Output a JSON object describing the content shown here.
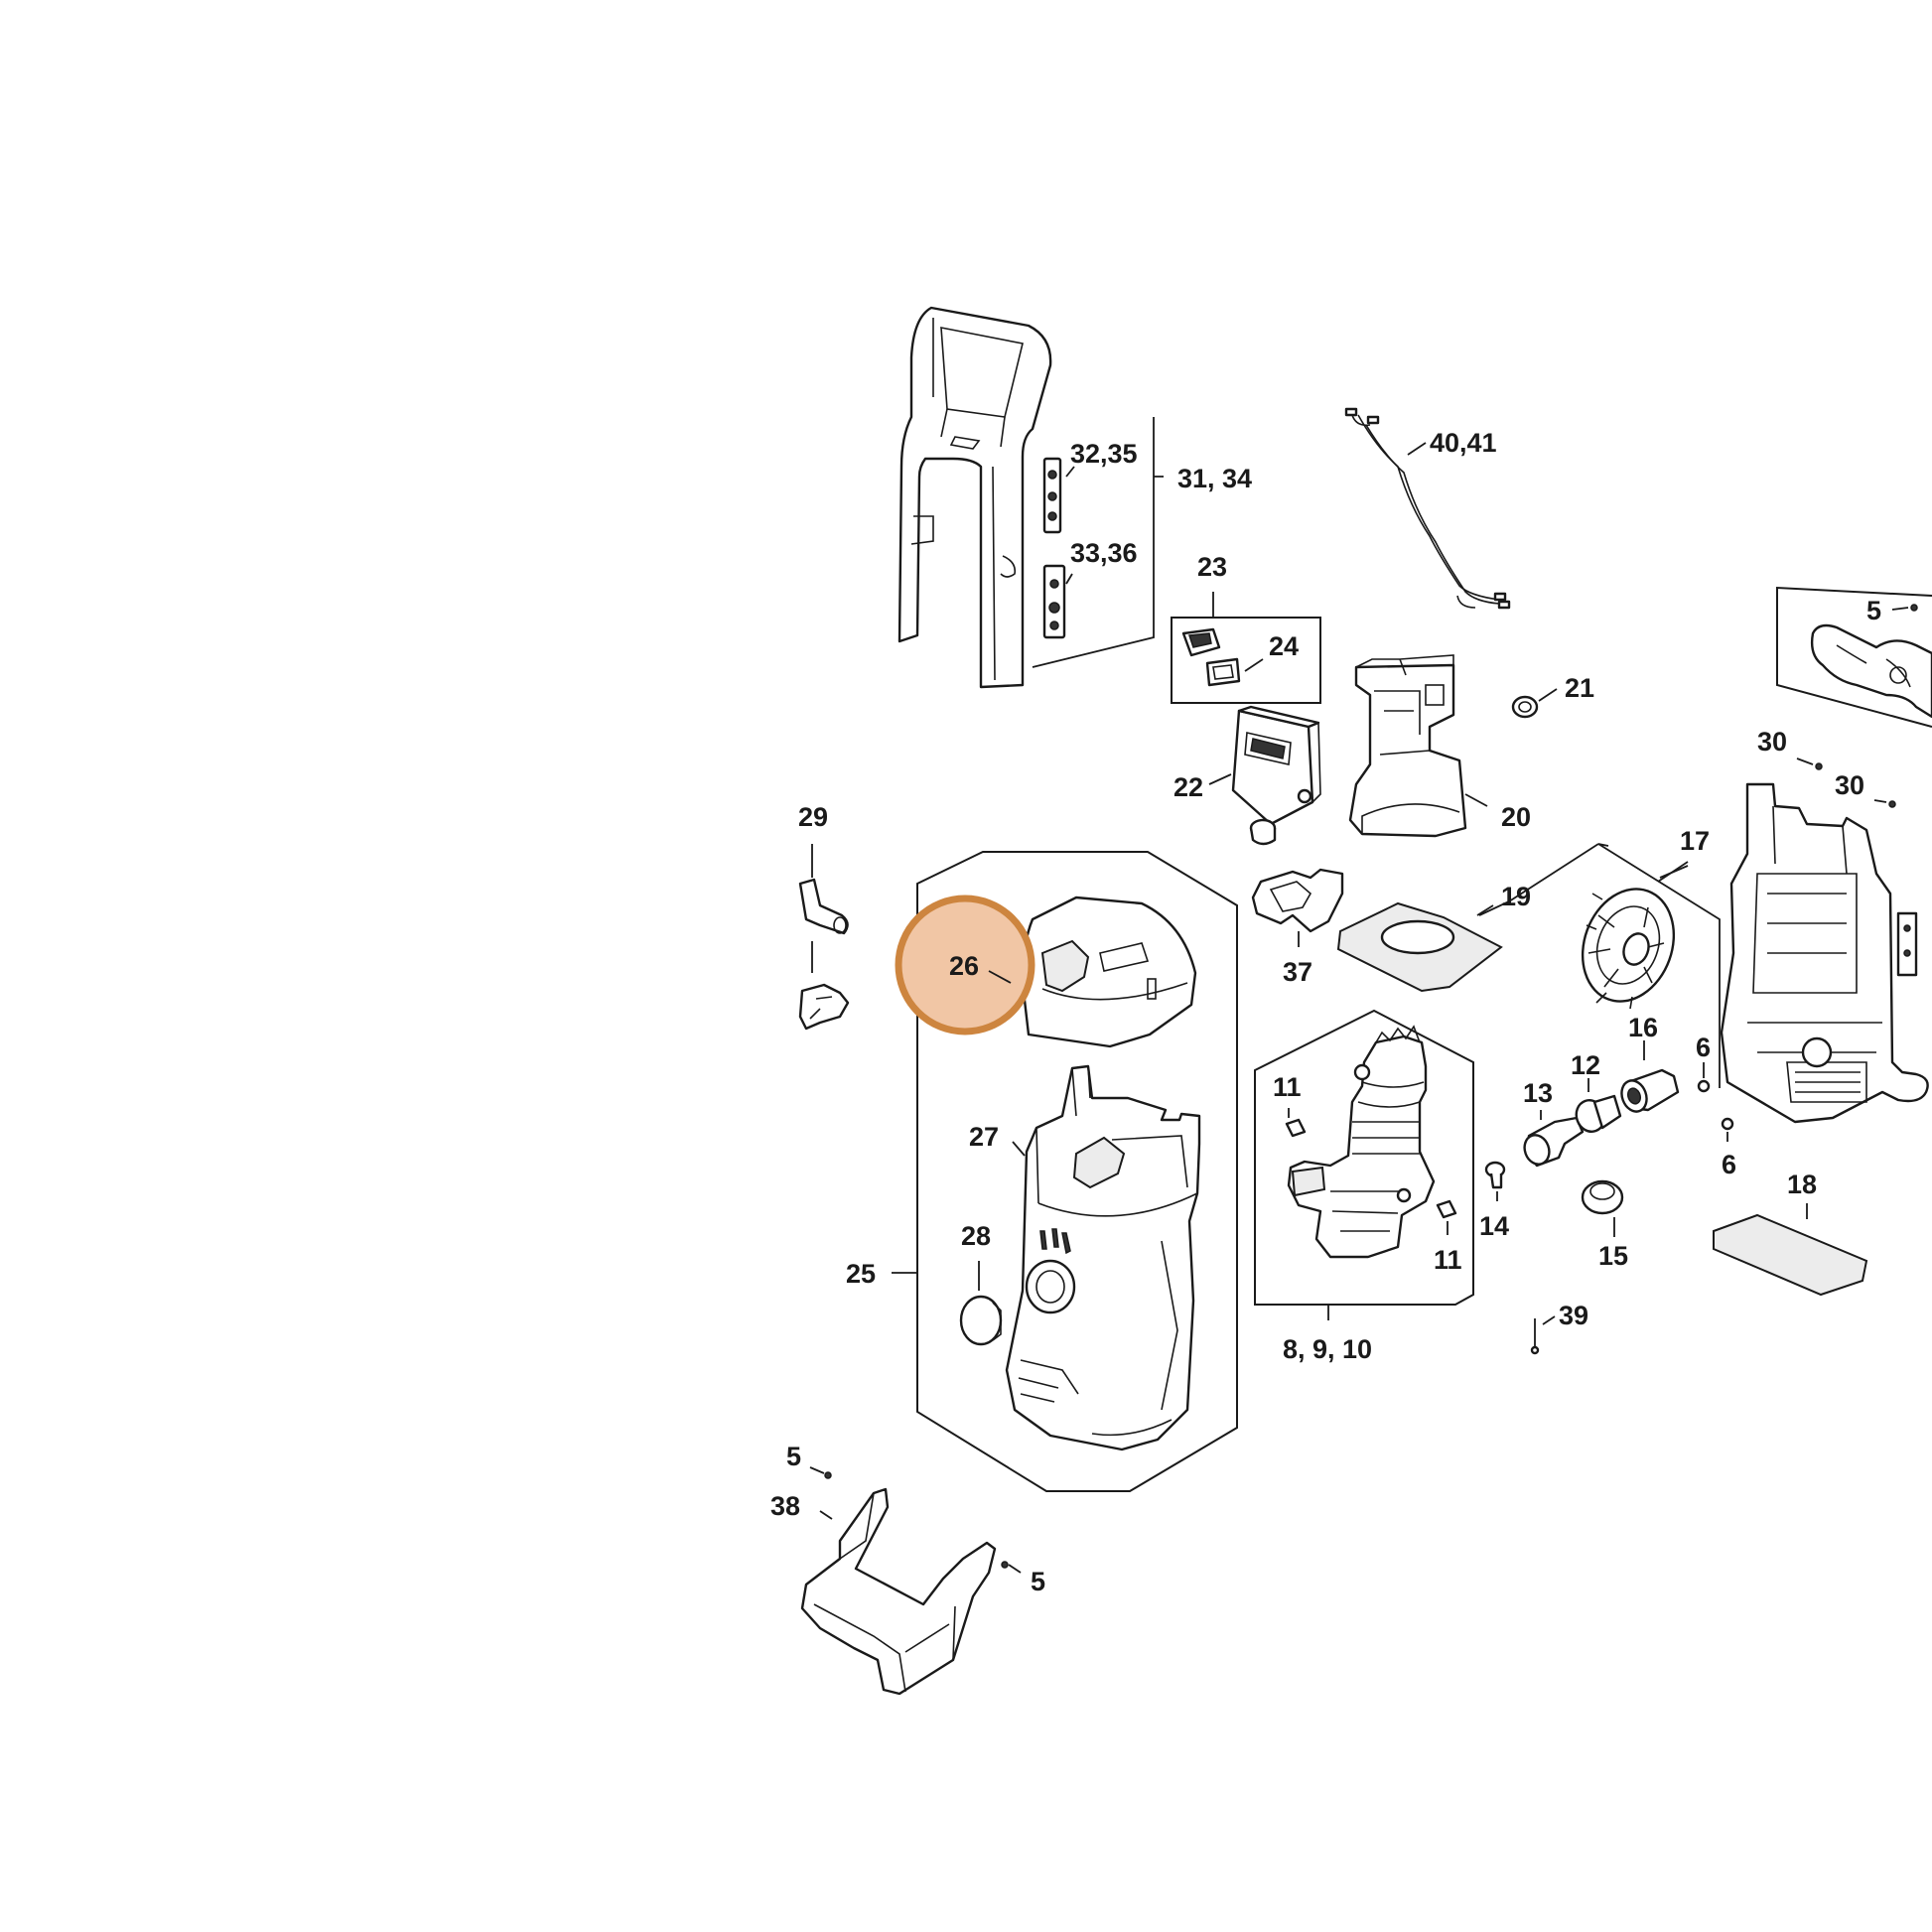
{
  "highlight": {
    "part": "26",
    "fill": "#f1c6a5",
    "ring": "#cd853f"
  },
  "labels": {
    "l40_41": "40,41",
    "l32_35": "32,35",
    "l31_34": "31, 34",
    "l33_36": "33,36",
    "l23": "23",
    "l24": "24",
    "l21": "21",
    "l22": "22",
    "l20": "20",
    "l5a": "5",
    "l30a": "30",
    "l30b": "30",
    "l29": "29",
    "l26": "26",
    "l17": "17",
    "l19": "19",
    "l37": "37",
    "l16": "16",
    "l6a": "6",
    "l12": "12",
    "l13": "13",
    "l11a": "11",
    "l27": "27",
    "l6b": "6",
    "l18": "18",
    "l28": "28",
    "l25": "25",
    "l14": "14",
    "l11b": "11",
    "l15": "15",
    "l39": "39",
    "l8_9_10": "8, 9, 10",
    "l5b": "5",
    "l38": "38",
    "l5c": "5"
  }
}
